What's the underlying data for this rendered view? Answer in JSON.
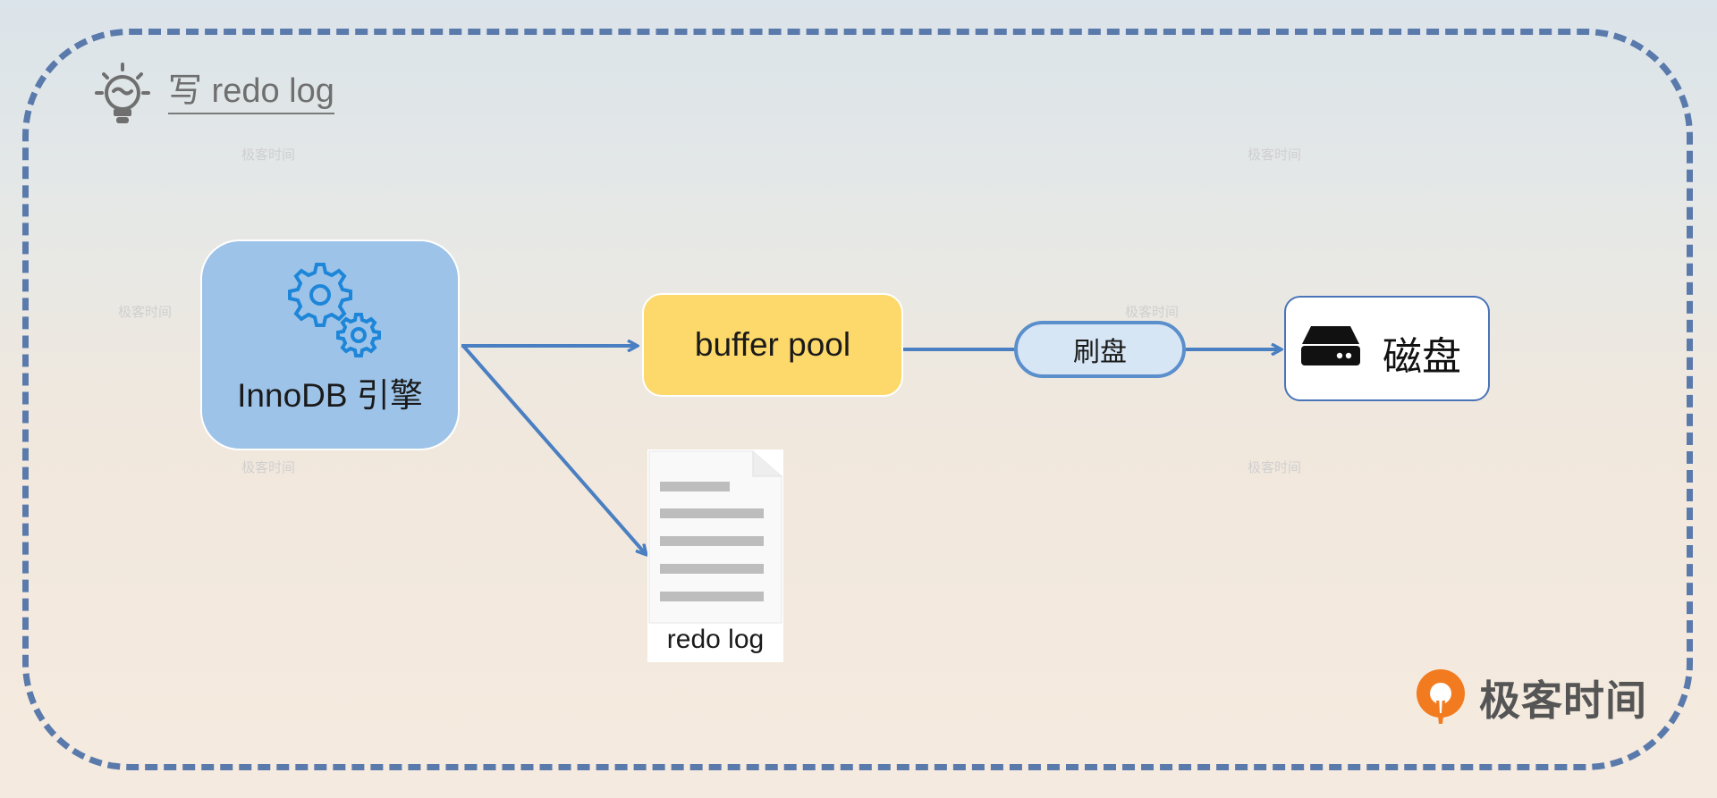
{
  "title": "写 redo log",
  "nodes": {
    "innodb": "InnoDB 引擎",
    "buffer_pool": "buffer pool",
    "flush": "刷盘",
    "disk": "磁盘",
    "redo_log": "redo log"
  },
  "watermark": "极客时间",
  "brand": "极客时间",
  "colors": {
    "frame": "#5a7aac",
    "innodb": "#9dc3e8",
    "buffer_pool": "#fdd86a",
    "arrow": "#4a7fc1",
    "brand": "#f27b1f"
  }
}
